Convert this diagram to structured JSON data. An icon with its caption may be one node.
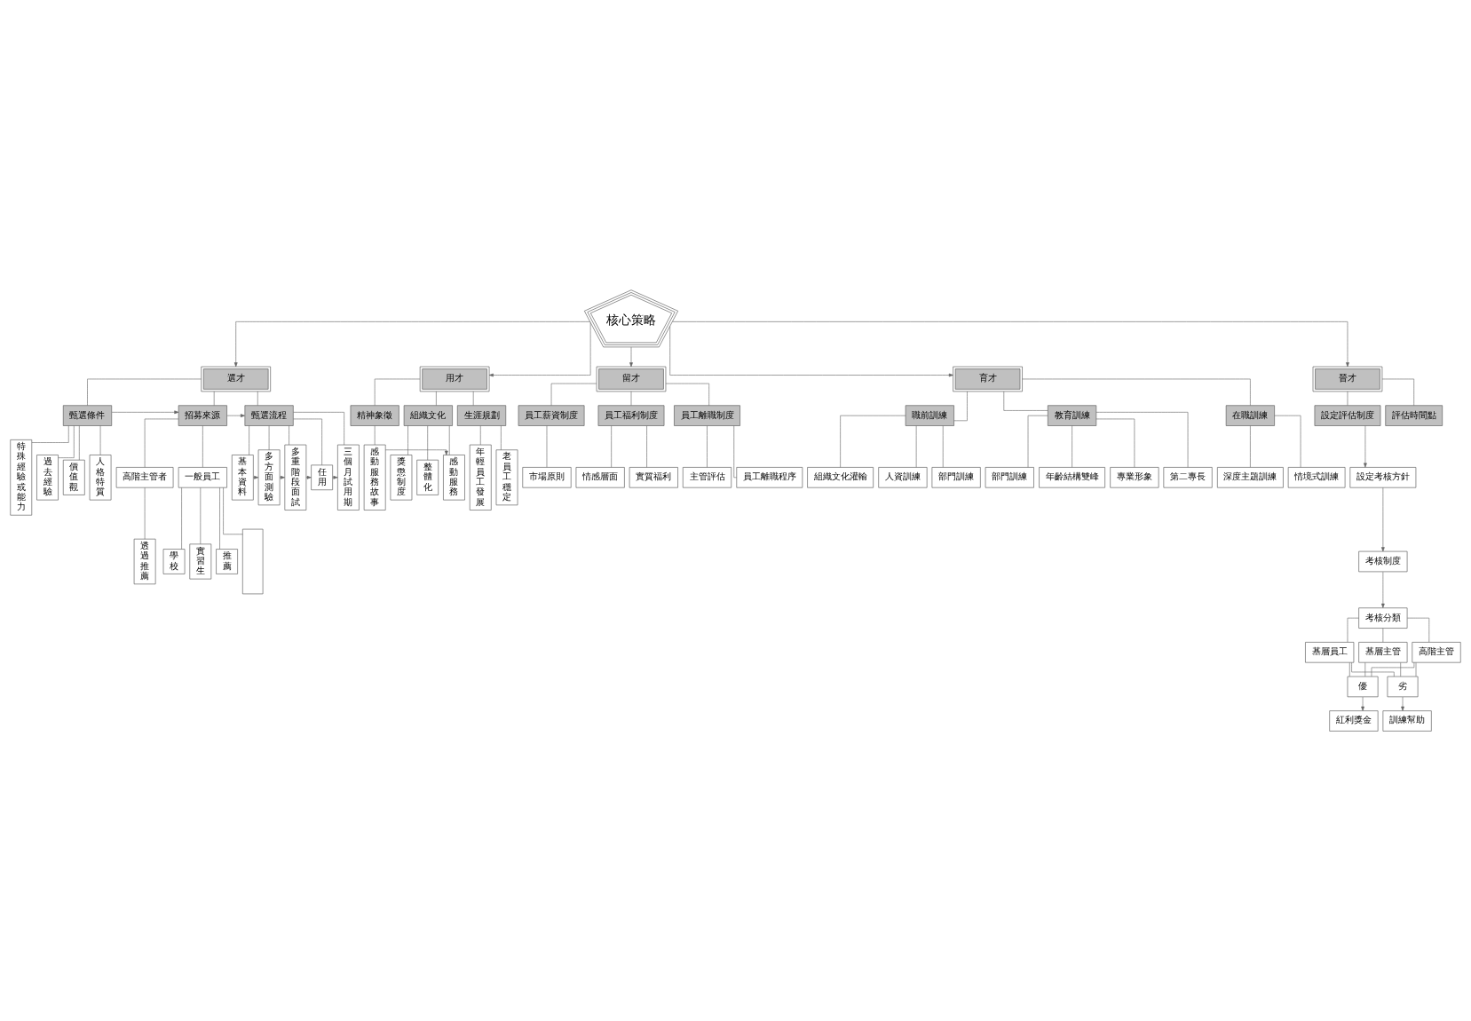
{
  "diagram": {
    "nodes": [
      {
        "text": [
          "核心策略"
        ]
      },
      {
        "text": [
          "選才"
        ]
      },
      {
        "text": [
          "用才"
        ]
      },
      {
        "text": [
          "留才"
        ]
      },
      {
        "text": [
          "育才"
        ]
      },
      {
        "text": [
          "晉才"
        ]
      },
      {
        "text": [
          "甄選條件"
        ]
      },
      {
        "text": [
          "招募來源"
        ]
      },
      {
        "text": [
          "甄選流程"
        ]
      },
      {
        "text": [
          "特殊經驗或能力"
        ]
      },
      {
        "text": [
          "過去經驗"
        ]
      },
      {
        "text": [
          "價值觀"
        ]
      },
      {
        "text": [
          "人格特質"
        ]
      },
      {
        "text": [
          "高階主管者"
        ]
      },
      {
        "text": [
          "透過推薦"
        ]
      },
      {
        "text": [
          "一般員工"
        ]
      },
      {
        "text": [
          "推薦"
        ]
      },
      {
        "text": [],
        "shape": "box"
      },
      {
        "text": [
          "學校"
        ]
      },
      {
        "text": [
          "實習生"
        ]
      },
      {
        "text": [
          "基本資料"
        ]
      },
      {
        "text": [
          "多方面測驗"
        ]
      },
      {
        "text": [
          "多重階段面試"
        ]
      },
      {
        "text": [
          "任用"
        ]
      },
      {
        "text": [
          "三個月試用期"
        ]
      },
      {
        "text": [
          "精神象徵"
        ]
      },
      {
        "text": [
          "組織文化"
        ]
      },
      {
        "text": [
          "生涯規劃"
        ]
      },
      {
        "text": [
          "感動服務故事"
        ]
      },
      {
        "text": [
          "整體化"
        ]
      },
      {
        "text": [
          "感動服務"
        ]
      },
      {
        "text": [
          "獎懲制度"
        ]
      },
      {
        "text": [
          "年輕員工發展"
        ]
      },
      {
        "text": [
          "老員工穩定"
        ]
      },
      {
        "text": [
          "員工薪資制度"
        ]
      },
      {
        "text": [
          "員工福利制度"
        ]
      },
      {
        "text": [
          "員工離職制度"
        ]
      },
      {
        "text": [
          "市場原則"
        ]
      },
      {
        "text": [
          "實質福利"
        ]
      },
      {
        "text": [
          "情感層面"
        ]
      },
      {
        "text": [
          "員工離職程序"
        ]
      },
      {
        "text": [
          "主管評估"
        ]
      },
      {
        "text": [
          "職前訓練"
        ]
      },
      {
        "text": [
          "教育訓練"
        ]
      },
      {
        "text": [
          "在職訓練"
        ]
      },
      {
        "text": [
          "組織文化灌輸"
        ]
      },
      {
        "text": [
          "人資訓練"
        ]
      },
      {
        "text": [
          "部門訓練"
        ]
      },
      {
        "text": [
          "年齡結構雙峰"
        ]
      },
      {
        "text": [
          "專業形象"
        ]
      },
      {
        "text": [
          "第二專長"
        ]
      },
      {
        "text": [
          "部門訓練"
        ]
      },
      {
        "text": [
          "情境式訓練"
        ]
      },
      {
        "text": [
          "深度主題訓練"
        ]
      },
      {
        "text": [
          "設定評估制度"
        ]
      },
      {
        "text": [
          "評估時間點"
        ]
      },
      {
        "text": [
          "設定考核方針"
        ]
      },
      {
        "text": [
          "考核制度"
        ]
      },
      {
        "text": [
          "考核分類"
        ]
      },
      {
        "text": [
          "基層員工"
        ]
      },
      {
        "text": [
          "基層主管"
        ]
      },
      {
        "text": [
          "高階主管"
        ]
      },
      {
        "text": [
          "優"
        ]
      },
      {
        "text": [
          "劣"
        ]
      },
      {
        "text": [
          "紅利獎金"
        ]
      },
      {
        "text": [
          "訓練幫助"
        ]
      }
    ],
    "edges": [
      {
        "from": 0,
        "to": 1,
        "arrow": "to"
      },
      {
        "from": 0,
        "to": 2,
        "arrow": "to"
      },
      {
        "from": 0,
        "to": 3,
        "arrow": "to"
      },
      {
        "from": 0,
        "to": 4,
        "arrow": "to"
      },
      {
        "from": 0,
        "to": 5,
        "arrow": "to"
      },
      {
        "from": 1,
        "to": 6,
        "arrow": "none"
      },
      {
        "from": 1,
        "to": 7,
        "arrow": "none"
      },
      {
        "from": 1,
        "to": 8,
        "arrow": "none"
      },
      {
        "from": 6,
        "to": 7,
        "arrow": "to"
      },
      {
        "from": 7,
        "to": 8,
        "arrow": "to"
      },
      {
        "from": 6,
        "to": 9,
        "arrow": "none"
      },
      {
        "from": 6,
        "to": 10,
        "arrow": "none"
      },
      {
        "from": 6,
        "to": 11,
        "arrow": "none"
      },
      {
        "from": 6,
        "to": 12,
        "arrow": "none"
      },
      {
        "from": 7,
        "to": 13,
        "arrow": "none"
      },
      {
        "from": 7,
        "to": 15,
        "arrow": "none"
      },
      {
        "from": 13,
        "to": 14,
        "arrow": "none"
      },
      {
        "from": 15,
        "to": 16,
        "arrow": "none"
      },
      {
        "from": 15,
        "to": 17,
        "arrow": "none"
      },
      {
        "from": 15,
        "to": 18,
        "arrow": "none"
      },
      {
        "from": 15,
        "to": 19,
        "arrow": "none"
      },
      {
        "from": 8,
        "to": 20,
        "arrow": "none"
      },
      {
        "from": 8,
        "to": 21,
        "arrow": "none"
      },
      {
        "from": 8,
        "to": 22,
        "arrow": "none"
      },
      {
        "from": 8,
        "to": 23,
        "arrow": "none"
      },
      {
        "from": 8,
        "to": 24,
        "arrow": "none"
      },
      {
        "from": 20,
        "to": 21,
        "arrow": "to"
      },
      {
        "from": 21,
        "to": 22,
        "arrow": "to"
      },
      {
        "from": 22,
        "to": 23,
        "arrow": "to"
      },
      {
        "from": 23,
        "to": 24,
        "arrow": "to"
      },
      {
        "from": 2,
        "to": 25,
        "arrow": "none"
      },
      {
        "from": 2,
        "to": 26,
        "arrow": "none"
      },
      {
        "from": 2,
        "to": 27,
        "arrow": "none"
      },
      {
        "from": 25,
        "to": 28,
        "arrow": "none"
      },
      {
        "from": 26,
        "to": 29,
        "arrow": "none"
      },
      {
        "from": 26,
        "to": 30,
        "arrow": "none"
      },
      {
        "from": 26,
        "to": 31,
        "arrow": "none"
      },
      {
        "from": 27,
        "to": 32,
        "arrow": "none"
      },
      {
        "from": 27,
        "to": 33,
        "arrow": "none"
      },
      {
        "from": 28,
        "to": 30,
        "arrow": "to"
      },
      {
        "from": 3,
        "to": 34,
        "arrow": "none"
      },
      {
        "from": 3,
        "to": 35,
        "arrow": "none"
      },
      {
        "from": 3,
        "to": 36,
        "arrow": "none"
      },
      {
        "from": 34,
        "to": 37,
        "arrow": "none"
      },
      {
        "from": 35,
        "to": 38,
        "arrow": "none"
      },
      {
        "from": 35,
        "to": 39,
        "arrow": "none"
      },
      {
        "from": 36,
        "to": 40,
        "arrow": "none"
      },
      {
        "from": 36,
        "to": 41,
        "arrow": "none"
      },
      {
        "from": 4,
        "to": 42,
        "arrow": "none"
      },
      {
        "from": 4,
        "to": 43,
        "arrow": "none"
      },
      {
        "from": 4,
        "to": 44,
        "arrow": "none"
      },
      {
        "from": 42,
        "to": 45,
        "arrow": "none"
      },
      {
        "from": 42,
        "to": 46,
        "arrow": "none"
      },
      {
        "from": 42,
        "to": 47,
        "arrow": "none"
      },
      {
        "from": 43,
        "to": 48,
        "arrow": "none"
      },
      {
        "from": 43,
        "to": 49,
        "arrow": "none"
      },
      {
        "from": 43,
        "to": 50,
        "arrow": "none"
      },
      {
        "from": 43,
        "to": 51,
        "arrow": "none"
      },
      {
        "from": 44,
        "to": 52,
        "arrow": "none"
      },
      {
        "from": 44,
        "to": 53,
        "arrow": "none"
      },
      {
        "from": 5,
        "to": 54,
        "arrow": "none"
      },
      {
        "from": 5,
        "to": 55,
        "arrow": "none"
      },
      {
        "from": 54,
        "to": 56,
        "arrow": "to"
      },
      {
        "from": 56,
        "to": 57,
        "arrow": "to"
      },
      {
        "from": 57,
        "to": 58,
        "arrow": "to"
      },
      {
        "from": 58,
        "to": 59,
        "arrow": "none"
      },
      {
        "from": 58,
        "to": 60,
        "arrow": "none"
      },
      {
        "from": 58,
        "to": 61,
        "arrow": "none"
      },
      {
        "from": 59,
        "to": 62,
        "arrow": "none"
      },
      {
        "from": 59,
        "to": 63,
        "arrow": "none"
      },
      {
        "from": 60,
        "to": 62,
        "arrow": "none"
      },
      {
        "from": 60,
        "to": 63,
        "arrow": "none"
      },
      {
        "from": 61,
        "to": 62,
        "arrow": "none"
      },
      {
        "from": 61,
        "to": 63,
        "arrow": "none"
      },
      {
        "from": 62,
        "to": 64,
        "arrow": "to"
      },
      {
        "from": 63,
        "to": 65,
        "arrow": "to"
      }
    ]
  }
}
